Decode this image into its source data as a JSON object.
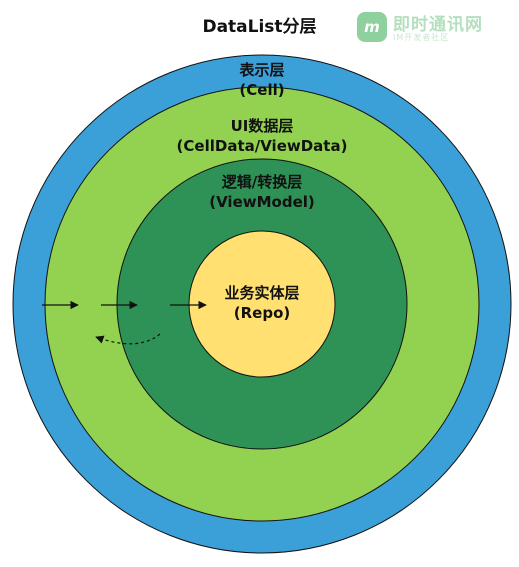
{
  "title": "DataList分层",
  "watermark": {
    "logo": "m",
    "text": "即时通讯网",
    "sub": "IM开发者社区"
  },
  "layers": [
    {
      "name": "表示层",
      "sub": "(Cell)",
      "color": "#3b9fd8"
    },
    {
      "name": "UI数据层",
      "sub": "(CellData/ViewData)",
      "color": "#93d250"
    },
    {
      "name": "逻辑/转换层",
      "sub": "(ViewModel)",
      "color": "#2e9155"
    },
    {
      "name": "业务实体层",
      "sub": "(Repo)",
      "color": "#ffe070"
    }
  ],
  "colors": {
    "outline": "#111111",
    "arrow": "#111111"
  }
}
